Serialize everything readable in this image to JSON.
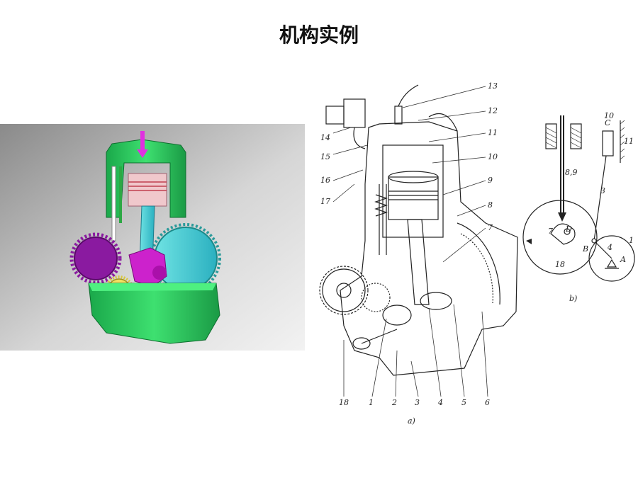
{
  "title": "机构实例",
  "cutaway": {
    "labels": [
      "13",
      "12",
      "11",
      "10",
      "9",
      "8",
      "7",
      "14",
      "15",
      "16",
      "17",
      "18",
      "1",
      "2",
      "3",
      "4",
      "5",
      "6"
    ],
    "caption": "a)"
  },
  "schematic": {
    "labels": [
      "C",
      "10",
      "11",
      "8,9",
      "3",
      "7",
      "D",
      "B",
      "4",
      "A",
      "1",
      "18"
    ],
    "caption": "b)"
  }
}
